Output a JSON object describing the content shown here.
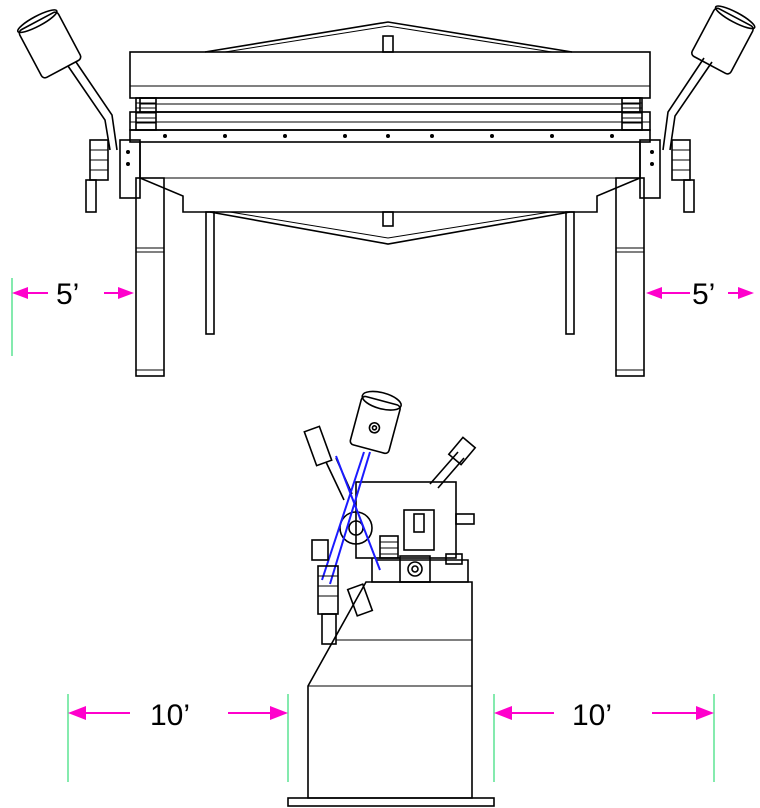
{
  "dimensions": {
    "front_left": "5’",
    "front_right": "5’",
    "side_left": "10’",
    "side_right": "10’"
  },
  "colors": {
    "dimension_arrow": "#ff00cc",
    "extension_line": "#33dd77",
    "linkage": "#1a1aff",
    "outline": "#000000"
  }
}
